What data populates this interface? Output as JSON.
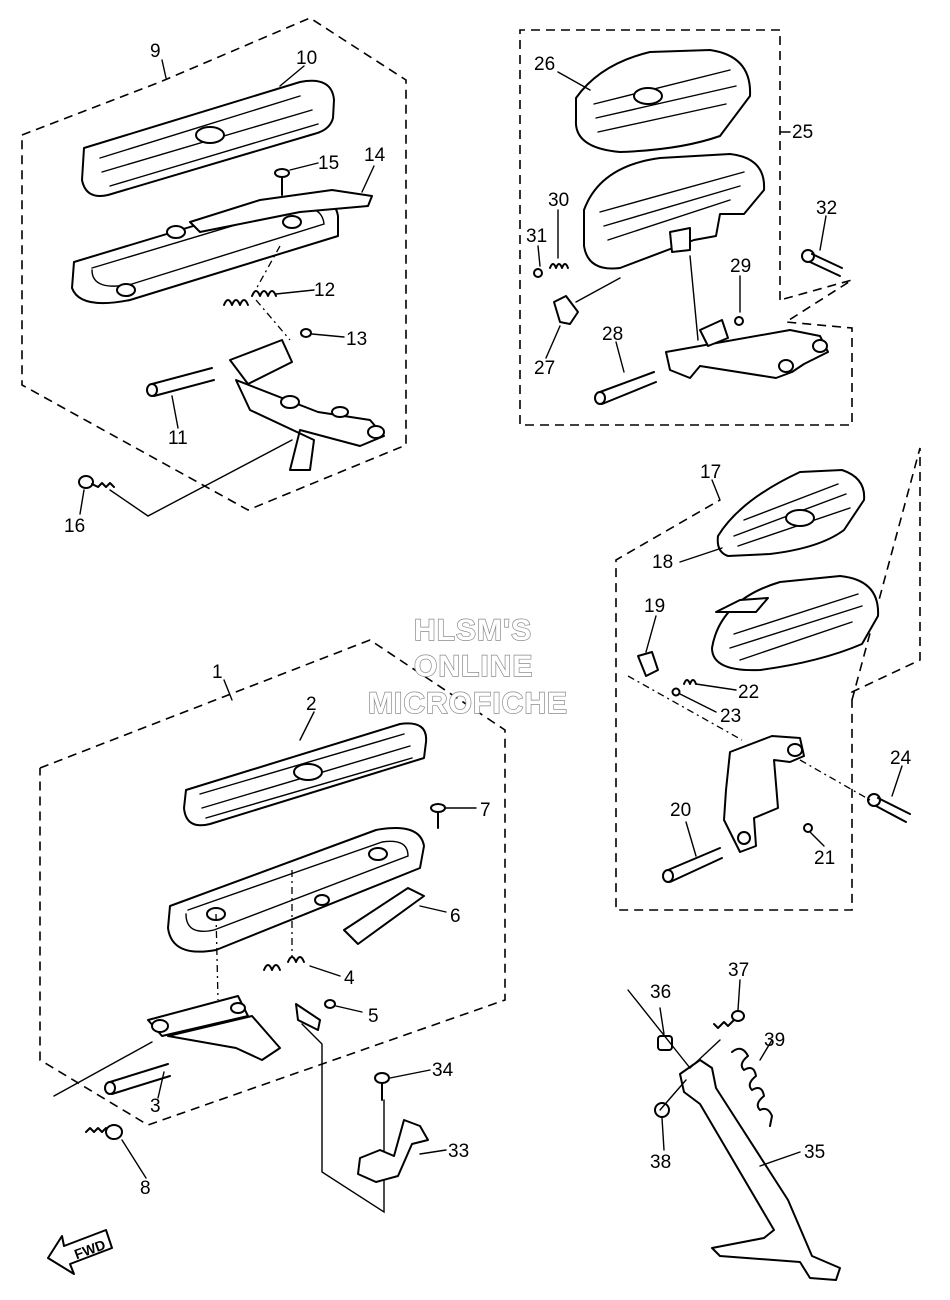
{
  "watermark": {
    "line1": "HLSM'S",
    "line2": "ONLINE",
    "line3": "MICROFICHE"
  },
  "fwd_label": "FWD",
  "parts": {
    "p1": "1",
    "p2": "2",
    "p3": "3",
    "p4": "4",
    "p5": "5",
    "p6": "6",
    "p7": "7",
    "p8": "8",
    "p9": "9",
    "p10": "10",
    "p11": "11",
    "p12": "12",
    "p13": "13",
    "p14": "14",
    "p15": "15",
    "p16": "16",
    "p17": "17",
    "p18": "18",
    "p19": "19",
    "p20": "20",
    "p21": "21",
    "p22": "22",
    "p23": "23",
    "p24": "24",
    "p25": "25",
    "p26": "26",
    "p27": "27",
    "p28": "28",
    "p29": "29",
    "p30": "30",
    "p31": "31",
    "p32": "32",
    "p33": "33",
    "p34": "34",
    "p35": "35",
    "p36": "36",
    "p37": "37",
    "p38": "38",
    "p39": "39"
  },
  "icons": {
    "direction": "fwd-arrow-icon"
  }
}
